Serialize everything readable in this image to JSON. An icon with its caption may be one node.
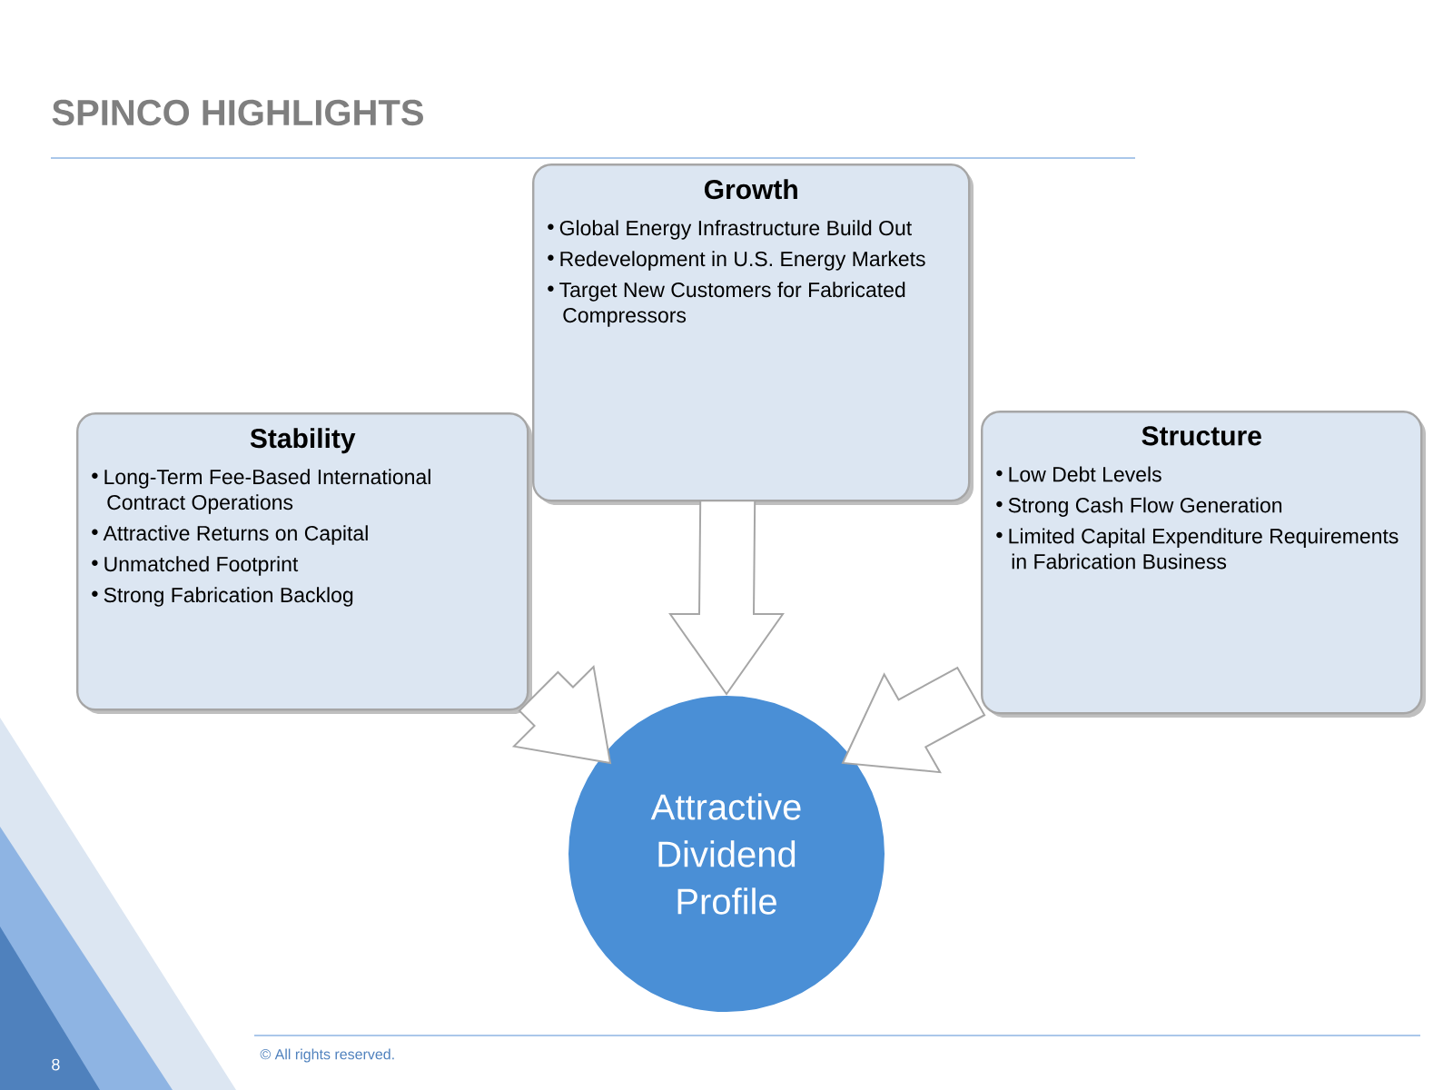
{
  "diagram": {
    "title": "SPINCO HIGHLIGHTS",
    "nodes": [
      {
        "text": [
          "Growth",
          "Global Energy Infrastructure Build Out",
          "Redevelopment in U.S. Energy Markets",
          "Target New Customers for Fabricated Compressors"
        ]
      },
      {
        "text": [
          "Stability",
          "Long-Term Fee-Based International Contract Operations",
          "Attractive Returns on Capital",
          "Unmatched Footprint",
          "Strong Fabrication Backlog"
        ]
      },
      {
        "text": [
          "Structure",
          "Low Debt Levels",
          "Strong Cash Flow Generation",
          "Limited Capital Expenditure Requirements in Fabrication Business"
        ]
      },
      {
        "text": [
          "Attractive Dividend Profile"
        ]
      }
    ],
    "edges": [
      {
        "from": 0,
        "to": 3,
        "arrow": "to"
      },
      {
        "from": 1,
        "to": 3,
        "arrow": "to"
      },
      {
        "from": 2,
        "to": 3,
        "arrow": "to"
      }
    ],
    "labels": [
      "8",
      "© All rights reserved."
    ]
  }
}
